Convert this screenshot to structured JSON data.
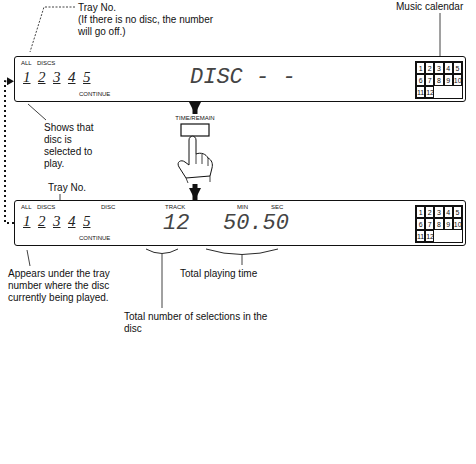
{
  "diagram": {
    "nodes": [
      {
        "text": [
          "ALL",
          "DISCS",
          "1",
          "2",
          "3",
          "4",
          "5",
          "CONTINUE",
          "DISC - -"
        ]
      },
      {
        "text": [
          "1",
          "2",
          "3",
          "4",
          "5",
          "6",
          "7",
          "8",
          "9",
          "10",
          "11",
          "12"
        ],
        "in": 0
      },
      {
        "text": [
          "TIME/REMAIN"
        ]
      },
      {
        "text": [
          "ALL",
          "DISCS",
          "DISC",
          "TRACK",
          "MIN",
          "SEC",
          "1",
          "2",
          "3",
          "4",
          "5",
          "CONTINUE",
          "12",
          "50.50"
        ]
      },
      {
        "text": [
          "1",
          "2",
          "3",
          "4",
          "5",
          "6",
          "7",
          "8",
          "9",
          "10",
          "11",
          "12"
        ],
        "in": 3
      }
    ],
    "edges": [
      {
        "from": 0,
        "to": 2,
        "arrow": "to"
      },
      {
        "from": 2,
        "to": 3,
        "arrow": "to"
      },
      {
        "from": 3,
        "to": 0,
        "arrow": "to"
      }
    ],
    "labels": [
      "Tray No.",
      "(If there is no disc, the number will go off.)",
      "Music calendar",
      "Shows that disc is selected to play.",
      "Tray No.",
      "Appears under the tray number where the disc currently being played.",
      "Total playing time",
      "Total number of selections in the disc"
    ]
  }
}
